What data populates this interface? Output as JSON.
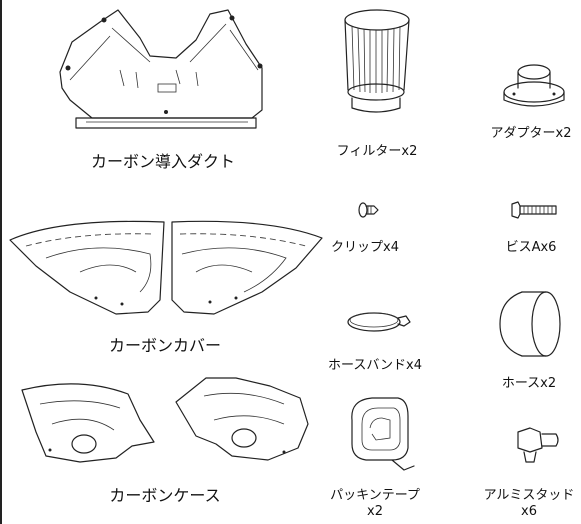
{
  "parts": {
    "carbon_intake_duct": {
      "label": "カーボン導入ダクト"
    },
    "filter": {
      "label": "フィルターx2"
    },
    "adapter": {
      "label": "アダプターx2"
    },
    "carbon_cover": {
      "label": "カーボンカバー"
    },
    "clip": {
      "label": "クリップx4"
    },
    "screw_a": {
      "label": "ビスAx6"
    },
    "hose_band": {
      "label": "ホースバンドx4"
    },
    "hose": {
      "label": "ホースx2"
    },
    "carbon_case": {
      "label": "カーボンケース"
    },
    "packing_tape": {
      "label_line1": "パッキンテープ",
      "label_line2": "x2"
    },
    "aluminum_stud": {
      "label_line1": "アルミスタッド",
      "label_line2": "x6"
    }
  }
}
